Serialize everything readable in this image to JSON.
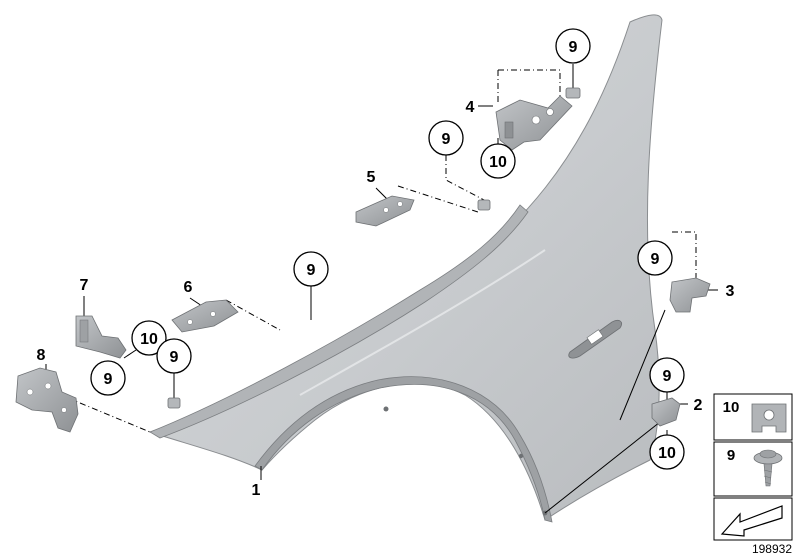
{
  "callouts": {
    "c9_top": "9",
    "c10_top": "10",
    "c9_mid": "9",
    "c9_center": "9",
    "c10_left": "10",
    "c9_left_a": "9",
    "c9_left_b": "9",
    "c9_right": "9",
    "c9_lower": "9",
    "c10_lower": "10"
  },
  "part_labels": {
    "p1": "1",
    "p2": "2",
    "p3": "3",
    "p4": "4",
    "p5": "5",
    "p6": "6",
    "p7": "7",
    "p8": "8"
  },
  "legend": {
    "item_10_label": "10",
    "item_9_label": "9"
  },
  "drawing_number": "198932",
  "colors": {
    "panel_fill": "#c9cccf",
    "panel_shade": "#b4b7ba",
    "bracket_fill": "#a9acaf",
    "outline": "#6e7174",
    "line": "#000000"
  }
}
